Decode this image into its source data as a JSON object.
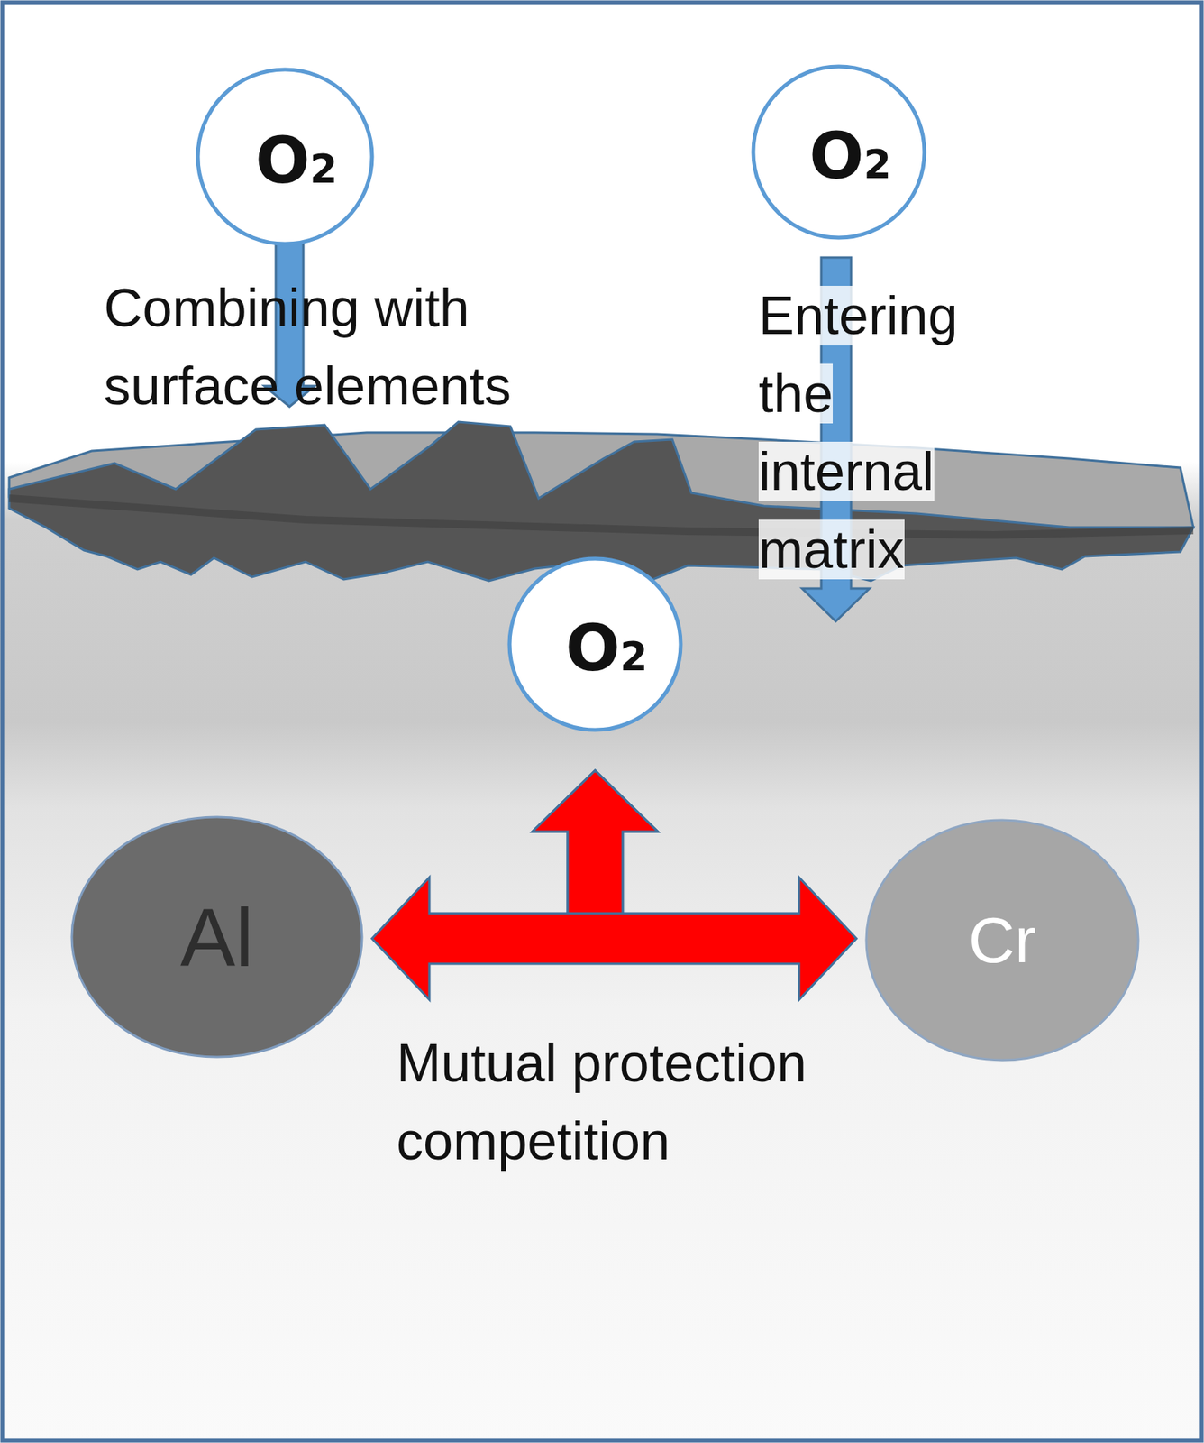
{
  "diagram": {
    "nodes": [
      {
        "text": [
          "O2"
        ]
      },
      {
        "text": [
          "O2"
        ]
      },
      {
        "text": [
          "O2"
        ]
      },
      {
        "text": [
          "Al"
        ]
      },
      {
        "text": [
          "Cr"
        ]
      }
    ],
    "edges": [
      {
        "from": 3,
        "to": 4,
        "arrow": "both",
        "label": "Mutual protection competition"
      },
      {
        "from": 3,
        "to": 2,
        "arrow": "to"
      },
      {
        "from": 4,
        "to": 2,
        "arrow": "to"
      }
    ],
    "labels": [
      "Combining with surface elements",
      "Entering the internal matrix"
    ]
  }
}
